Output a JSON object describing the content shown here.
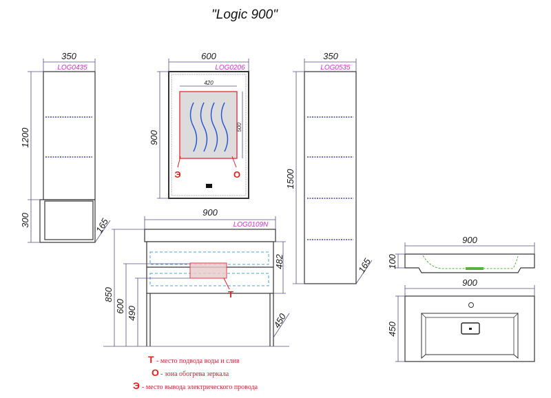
{
  "title": "\"Logic 900\"",
  "tall_cabinet_left": {
    "code": "LOG0435",
    "width": "350",
    "height_upper": "1200",
    "height_lower": "300",
    "depth": "165"
  },
  "mirror": {
    "code": "LOG0206",
    "width": "600",
    "height": "900",
    "heat_width": "420",
    "heat_height": "500",
    "mark_left": "Э",
    "mark_right": "О"
  },
  "tall_cabinet_right": {
    "code": "LOG0535",
    "width": "350",
    "height": "1500",
    "depth": "165"
  },
  "vanity": {
    "code": "LOG0109N",
    "width": "900",
    "height_total": "850",
    "height_600": "600",
    "height_490": "490",
    "body_height": "482",
    "depth": "450",
    "mark": "Т"
  },
  "basin_side": {
    "width": "900",
    "height": "100"
  },
  "basin_top": {
    "width": "900",
    "depth": "450"
  },
  "legend": [
    {
      "key": "Т",
      "text": "- место подвода воды и слив"
    },
    {
      "key": "О",
      "text": "- зона обогрева зеркала"
    },
    {
      "key": "Э",
      "text": "- место вывода электрического провода"
    }
  ],
  "colors": {
    "code_text": "#cc33cc",
    "markers": "#e0201c",
    "shelves": "#3a4ab0",
    "heat_zone": "#ee3344",
    "heat_coil": "#2a55d8"
  }
}
